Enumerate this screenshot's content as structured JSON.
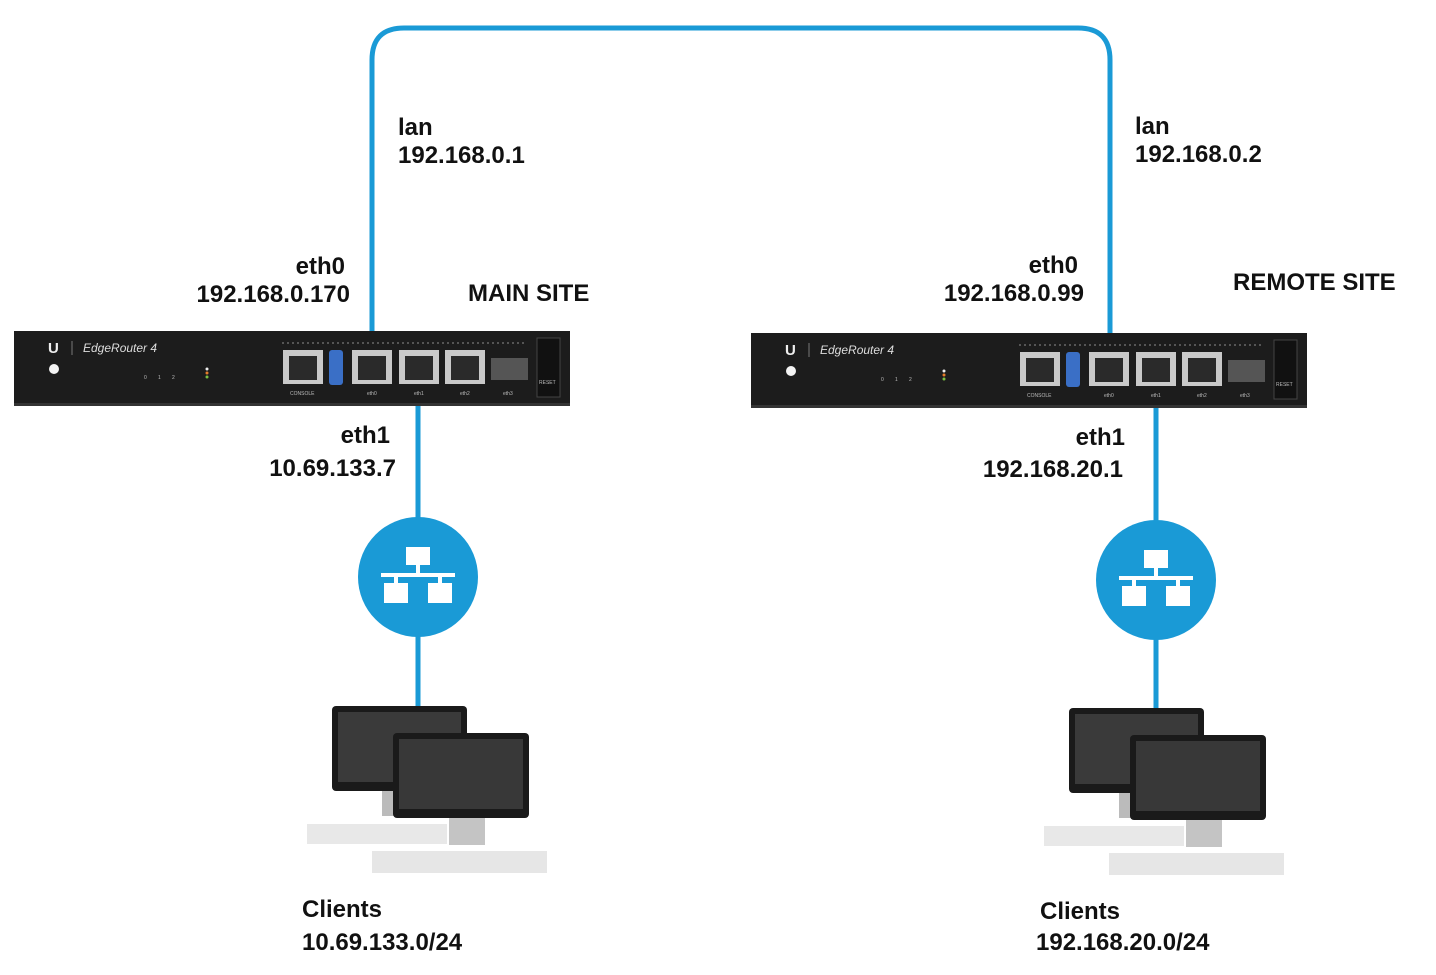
{
  "colors": {
    "link": "#1a9ad6",
    "router": "#1c1c1c",
    "label": "#111111"
  },
  "link": {
    "left_interface": "lan",
    "left_ip": "192.168.0.1",
    "right_interface": "lan",
    "right_ip": "192.168.0.2"
  },
  "main_site": {
    "title": "MAIN SITE",
    "eth0_name": "eth0",
    "eth0_ip": "192.168.0.170",
    "eth1_name": "eth1",
    "eth1_ip": "10.69.133.7",
    "clients_label": "Clients",
    "clients_subnet": "10.69.133.0/24"
  },
  "remote_site": {
    "title": "REMOTE SITE",
    "eth0_name": "eth0",
    "eth0_ip": "192.168.0.99",
    "eth1_name": "eth1",
    "eth1_ip": "192.168.20.1",
    "clients_label": "Clients",
    "clients_subnet": "192.168.20.0/24"
  },
  "router": {
    "model": "EdgeRouter 4",
    "ports": [
      "CONSOLE",
      "eth0",
      "eth1",
      "eth2",
      "eth3"
    ],
    "reset": "RESET",
    "leds": [
      "0",
      "1",
      "2"
    ]
  },
  "icons": {
    "switch": "network-hierarchy-icon",
    "clients": "desktop-computers-icon",
    "router": "edgerouter-device-icon"
  }
}
